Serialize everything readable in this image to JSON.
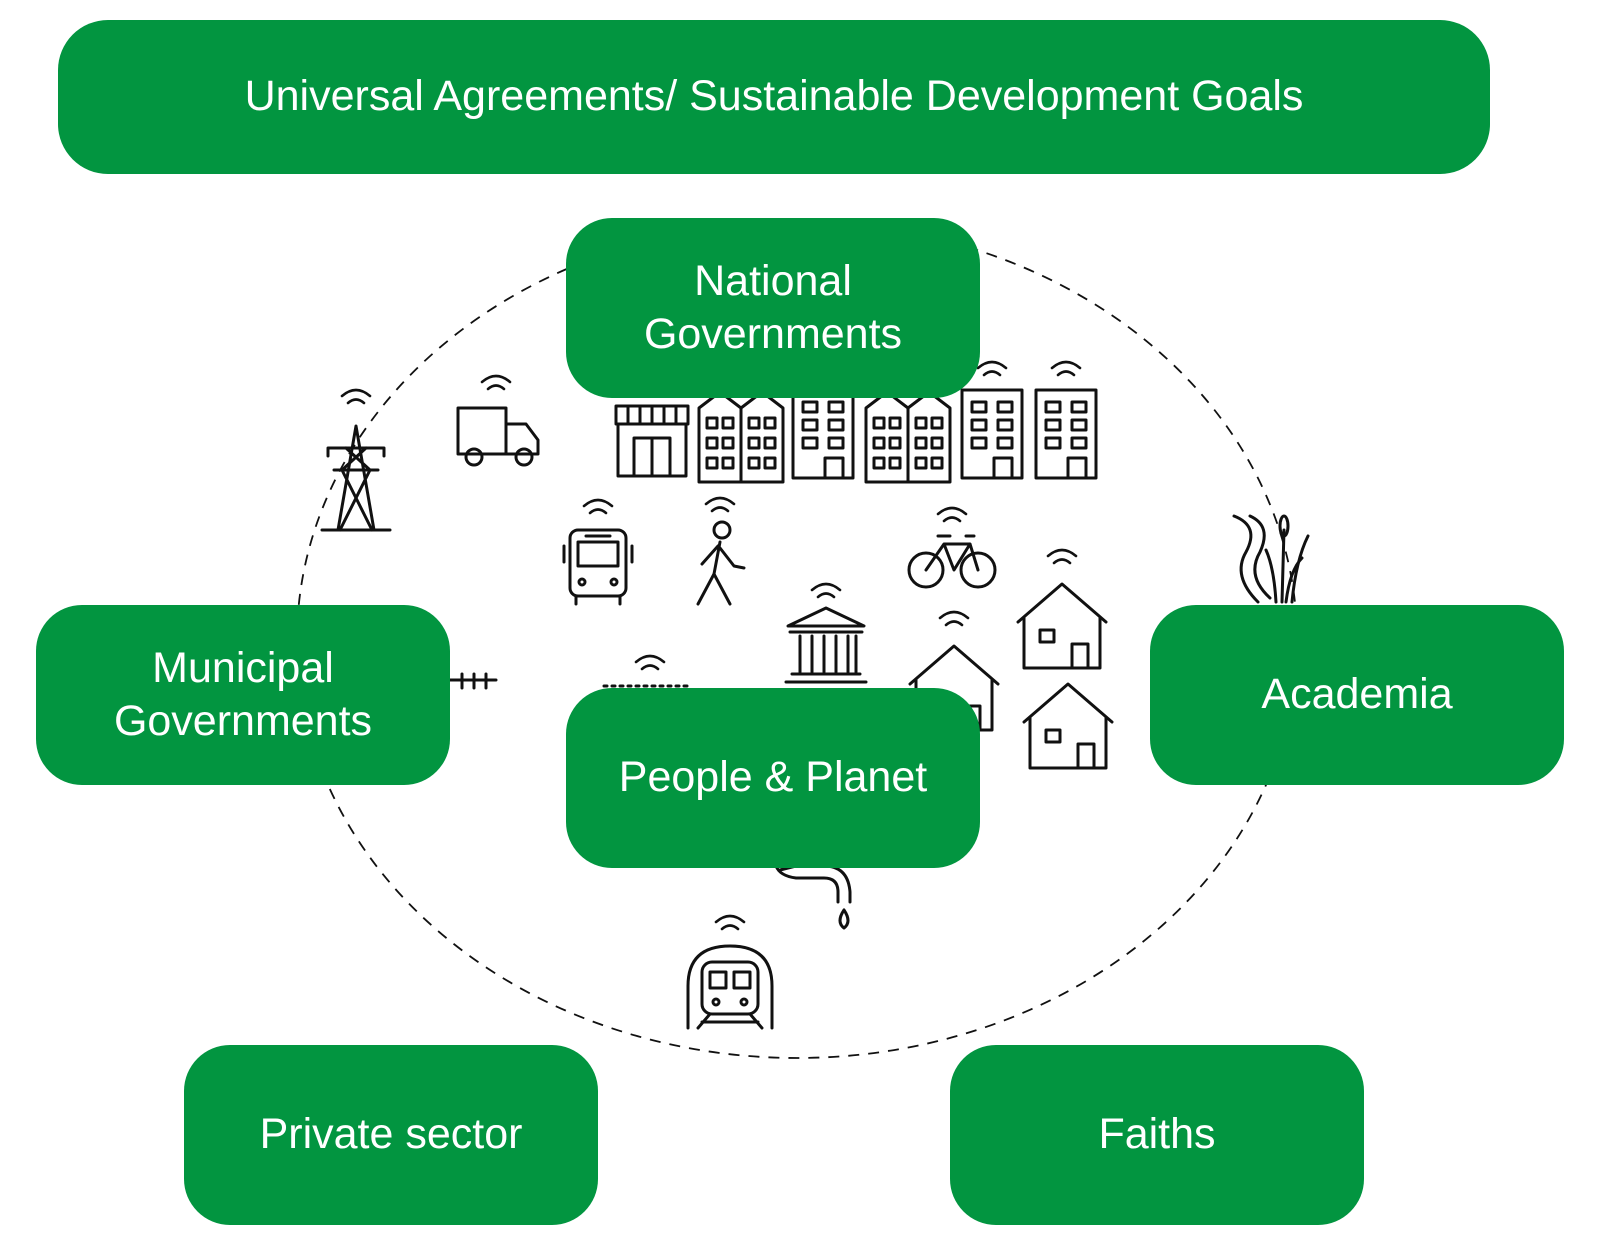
{
  "colors": {
    "box_fill": "#029540",
    "box_text": "#ffffff",
    "line": "#111111"
  },
  "header": {
    "title": "Universal Agreements/ Sustainable Development Goals"
  },
  "nodes": {
    "national": {
      "line1": "National",
      "line2": "Governments"
    },
    "municipal": {
      "line1": "Municipal",
      "line2": "Governments"
    },
    "academia": {
      "label": "Academia"
    },
    "people": {
      "label": "People & Planet"
    },
    "private": {
      "label": "Private sector"
    },
    "faiths": {
      "label": "Faiths"
    }
  },
  "icons": [
    "transmission-tower-icon",
    "delivery-truck-icon",
    "shop-icon",
    "apartment-building-icon",
    "bus-icon",
    "pedestrian-icon",
    "bicycle-icon",
    "house-icon",
    "government-building-icon",
    "river-reeds-icon",
    "water-tap-icon",
    "metro-train-icon",
    "wifi-signal-icon"
  ]
}
